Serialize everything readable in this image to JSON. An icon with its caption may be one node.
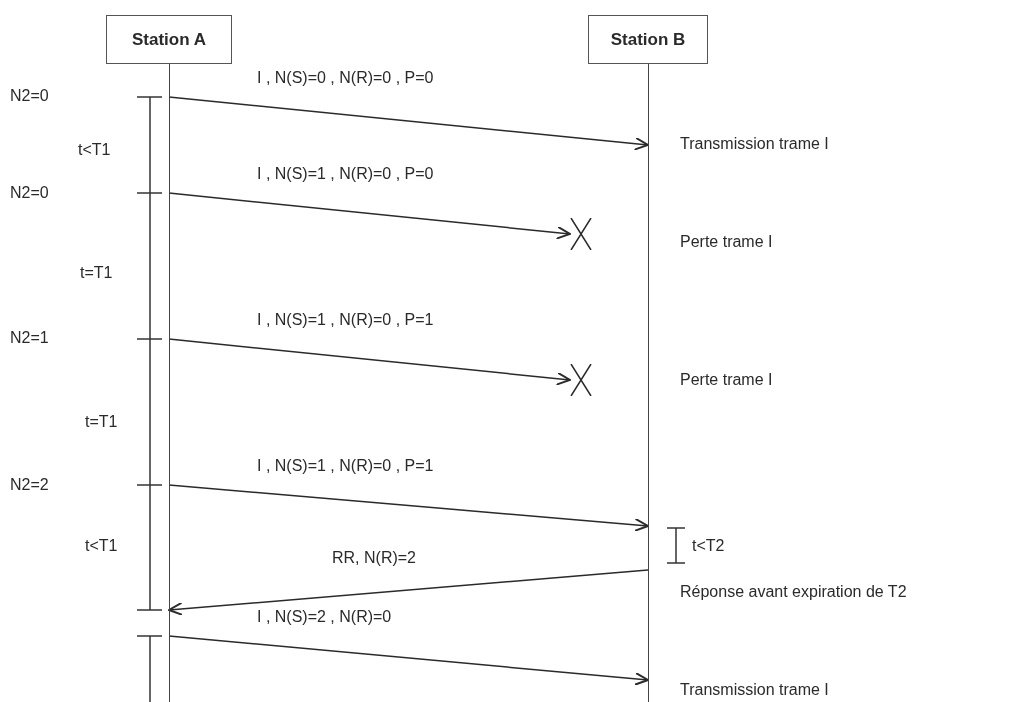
{
  "diagram": {
    "nodes": [
      {
        "text": [
          "Station A"
        ]
      },
      {
        "text": [
          "Station B"
        ]
      },
      {
        "text": [],
        "shape": "cross"
      },
      {
        "text": [],
        "shape": "cross"
      }
    ],
    "edges": [
      {
        "from": 0,
        "to": 1,
        "arrow": "to",
        "label": "I , N(S)=0 , N(R)=0 , P=0"
      },
      {
        "from": 0,
        "to": 2,
        "arrow": "to",
        "label": "I , N(S)=1 , N(R)=0 , P=0"
      },
      {
        "from": 0,
        "to": 3,
        "arrow": "to",
        "label": "I , N(S)=1 , N(R)=0 , P=1"
      },
      {
        "from": 0,
        "to": 1,
        "arrow": "to",
        "label": "I , N(S)=1 , N(R)=0 , P=1"
      },
      {
        "from": 1,
        "to": 0,
        "arrow": "to",
        "label": "RR, N(R)=2"
      },
      {
        "from": 0,
        "to": 1,
        "arrow": "to",
        "label": "I , N(S)=2 , N(R)=0"
      }
    ],
    "labels": [
      "N2=0",
      "Transmission trame I",
      "t<T1",
      "N2=0",
      "Perte trame I",
      "t=T1",
      "N2=1",
      "Perte trame I",
      "t=T1",
      "N2=2",
      "t<T2",
      "t<T1",
      "Réponse avant expiration de T2",
      "Transmission trame I"
    ]
  }
}
